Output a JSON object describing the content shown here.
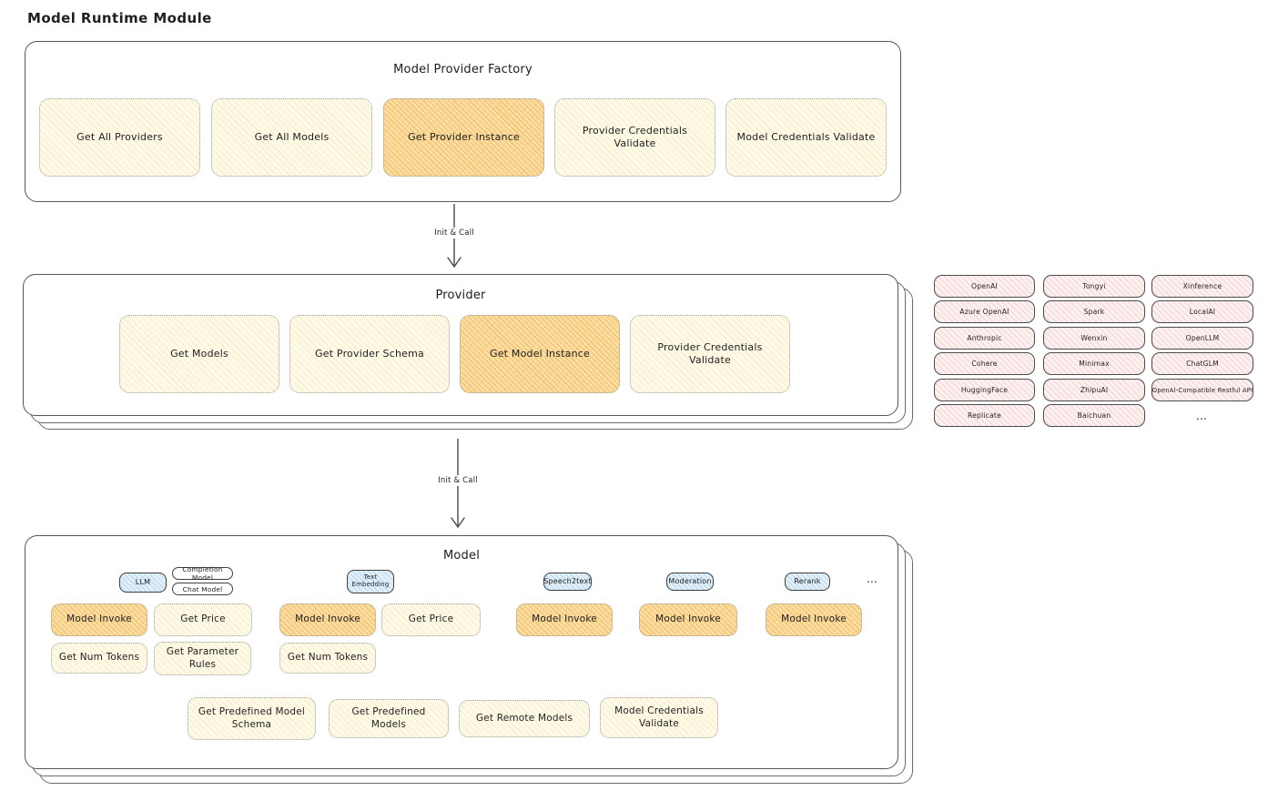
{
  "title": "Model Runtime Module",
  "arrows": {
    "init_call": "Init & Call"
  },
  "factory": {
    "title": "Model Provider Factory",
    "buttons": [
      "Get All Providers",
      "Get All Models",
      "Get Provider Instance",
      "Provider Credentials Validate",
      "Model Credentials Validate"
    ]
  },
  "provider": {
    "title": "Provider",
    "buttons": [
      "Get Models",
      "Get Provider Schema",
      "Get Model Instance",
      "Provider Credentials Validate"
    ]
  },
  "providers_grid": {
    "items": [
      "OpenAI",
      "Tongyi",
      "Xinference",
      "Azure OpenAI",
      "Spark",
      "LocalAI",
      "Anthropic",
      "Wenxin",
      "OpenLLM",
      "Cohere",
      "Minimax",
      "ChatGLM",
      "HuggingFace",
      "ZhipuAI",
      "OpenAI-Compatible Restful API",
      "Replicate",
      "Baichuan",
      "..."
    ]
  },
  "model": {
    "title": "Model",
    "tabs": [
      "LLM",
      "Completion Model",
      "Chat Model",
      "Text Embedding",
      "Speech2text",
      "Moderation",
      "Rerank",
      "..."
    ],
    "llm_buttons": [
      "Model Invoke",
      "Get Price",
      "Get Num Tokens",
      "Get Parameter Rules"
    ],
    "embedding_buttons": [
      "Model Invoke",
      "Get Price",
      "Get Num Tokens"
    ],
    "invoke_buttons": [
      "Model Invoke",
      "Model Invoke",
      "Model Invoke"
    ],
    "bottom_buttons": [
      "Get Predefined Model Schema",
      "Get Predefined Models",
      "Get Remote Models",
      "Model Credentials Validate"
    ]
  },
  "colors": {
    "button_yellow": "#fefae8",
    "button_highlight": "#fbdfa4",
    "tab_blue": "#e2f0fa",
    "provider_pink": "#fdf0f0",
    "border_dark": "#565656",
    "dotted_border": "#9b9b9b"
  }
}
